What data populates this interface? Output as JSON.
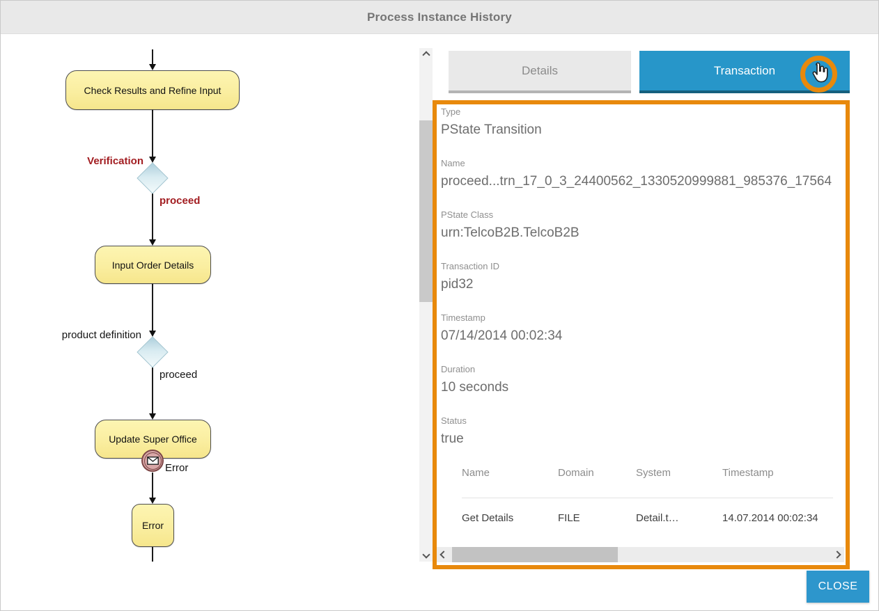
{
  "header": {
    "title": "Process Instance History"
  },
  "flowchart": {
    "nodes": [
      {
        "label": "Check Results and Refine Input"
      },
      {
        "label": "Input Order Details"
      },
      {
        "label": "Update Super Office"
      },
      {
        "label": "Error"
      }
    ],
    "edge_labels": {
      "verification": "Verification",
      "proceed_1": "proceed",
      "product_definition": "product definition",
      "proceed_2": "proceed",
      "boundary_error": "Error"
    }
  },
  "tabs": {
    "details": "Details",
    "transaction": "Transaction"
  },
  "panel": {
    "fields": [
      {
        "label": "Type",
        "value": "PState Transition"
      },
      {
        "label": "Name",
        "value": "proceed...trn_17_0_3_24400562_1330520999881_985376_17564"
      },
      {
        "label": "PState Class",
        "value": "urn:TelcoB2B.TelcoB2B"
      },
      {
        "label": "Transaction ID",
        "value": "pid32"
      },
      {
        "label": "Timestamp",
        "value": "07/14/2014 00:02:34"
      },
      {
        "label": "Duration",
        "value": "10 seconds"
      },
      {
        "label": "Status",
        "value": "true"
      }
    ],
    "table": {
      "headers": [
        "Name",
        "Domain",
        "System",
        "Timestamp"
      ],
      "rows": [
        [
          "Get Details",
          "FILE",
          "Detail.t…",
          "14.07.2014 00:02:34"
        ]
      ]
    }
  },
  "close_button": {
    "label": "CLOSE"
  },
  "icons": {
    "cursor": "hand-pointer-icon",
    "highlight": "orange-ring",
    "scroll_up": "chevron-up-icon",
    "scroll_down": "chevron-down-icon",
    "scroll_left": "chevron-left-icon",
    "scroll_right": "chevron-right-icon",
    "boundary_event": "envelope-icon"
  },
  "colors": {
    "accent_orange": "#e8890c",
    "tab_active_blue": "#2796c9",
    "close_blue": "#2d96cc",
    "node_yellow": "#faeea0",
    "edge_label_red": "#a21d21",
    "header_gray": "#e9e9e9"
  }
}
